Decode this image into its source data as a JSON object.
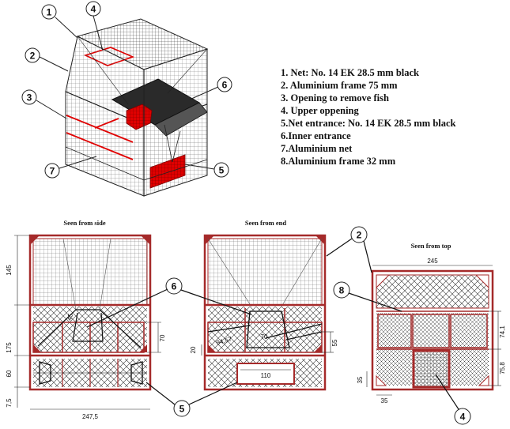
{
  "legend": [
    "1. Net: No. 14 EK 28.5 mm black",
    "2. Aluminium frame 75 mm",
    "3. Opening to remove fish",
    "4. Upper oppening",
    "5.Net entrance: No. 14 EK 28.5 mm black",
    "6.Inner entrance",
    "7.Aluminium net",
    "8.Aluminium frame 32 mm"
  ],
  "callouts": {
    "iso": [
      "1",
      "2",
      "3",
      "4",
      "6",
      "7",
      "5"
    ],
    "views": [
      "6",
      "5",
      "2",
      "8",
      "4"
    ]
  },
  "views": {
    "side": {
      "title": "Seen from side",
      "dims": {
        "upper": "145",
        "middle": "175",
        "bottom": "60",
        "base": "7,5",
        "width": "247,5",
        "inner": "70",
        "slope": "45"
      }
    },
    "end": {
      "title": "Seen from end",
      "dims": {
        "left": "20",
        "diag": "94,57",
        "inner": "70",
        "right": "55",
        "opening": "110"
      }
    },
    "top": {
      "title": "Seen from top",
      "dims": {
        "width": "245",
        "r1": "74,1",
        "r2": "75,8",
        "small_v": "35",
        "small_h": "35"
      }
    }
  },
  "colors": {
    "frame": "#a52a2a",
    "net": "#555555",
    "red_fill": "#e00000"
  }
}
